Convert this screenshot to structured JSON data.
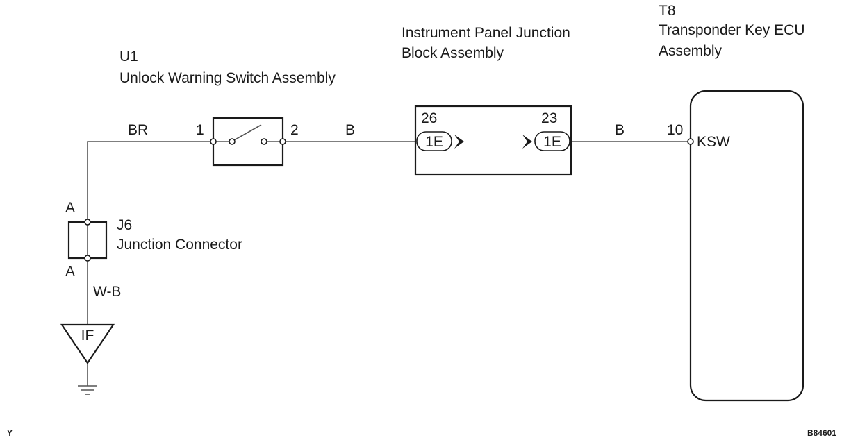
{
  "components": {
    "unlock_switch": {
      "code": "U1",
      "name": "Unlock Warning Switch Assembly",
      "pin_in": "1",
      "pin_out": "2"
    },
    "junction_block": {
      "name_line1": "Instrument Panel Junction",
      "name_line2": "Block Assembly",
      "pin_left": "26",
      "pin_right": "23",
      "conn_left": "1E",
      "conn_right": "1E"
    },
    "ecu": {
      "code": "T8",
      "name_line1": "Transponder Key ECU",
      "name_line2": "Assembly",
      "pin": "10",
      "terminal": "KSW"
    },
    "junction_connector": {
      "code": "J6",
      "name": "Junction Connector",
      "pin_top": "A",
      "pin_bottom": "A"
    },
    "ground": {
      "label": "IF"
    }
  },
  "wires": {
    "br": "BR",
    "b_left": "B",
    "b_right": "B",
    "wb": "W-B"
  },
  "footer": {
    "left_mark": "Y",
    "figure_id": "B84601"
  }
}
